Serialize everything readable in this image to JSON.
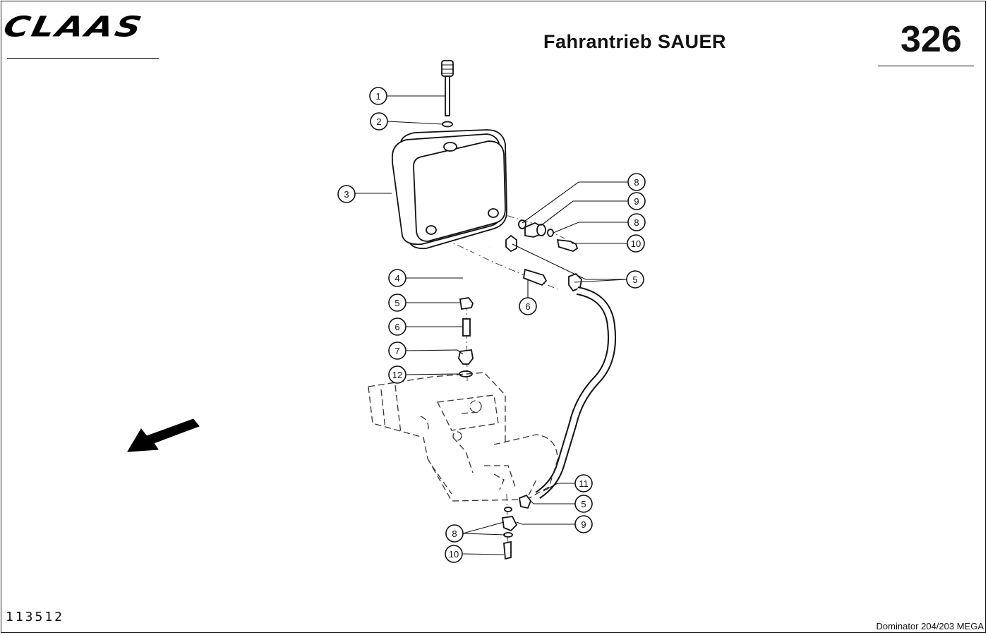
{
  "header": {
    "brand": "CLAAS",
    "title": "Fahrantrieb SAUER",
    "page_number": "326"
  },
  "footer": {
    "drawing_number": "113512",
    "model": "Dominator 204/203 MEGA"
  },
  "callouts": [
    {
      "id": "c1",
      "label": "1"
    },
    {
      "id": "c2",
      "label": "2"
    },
    {
      "id": "c3",
      "label": "3"
    },
    {
      "id": "c8a",
      "label": "8"
    },
    {
      "id": "c9a",
      "label": "9"
    },
    {
      "id": "c8b",
      "label": "8"
    },
    {
      "id": "c10a",
      "label": "10"
    },
    {
      "id": "c4",
      "label": "4"
    },
    {
      "id": "c5a",
      "label": "5"
    },
    {
      "id": "c6a",
      "label": "6"
    },
    {
      "id": "c5b",
      "label": "5"
    },
    {
      "id": "c6b",
      "label": "6"
    },
    {
      "id": "c7",
      "label": "7"
    },
    {
      "id": "c12",
      "label": "12"
    },
    {
      "id": "c11",
      "label": "11"
    },
    {
      "id": "c5c",
      "label": "5"
    },
    {
      "id": "c9b",
      "label": "9"
    },
    {
      "id": "c8c",
      "label": "8"
    },
    {
      "id": "c10b",
      "label": "10"
    }
  ]
}
